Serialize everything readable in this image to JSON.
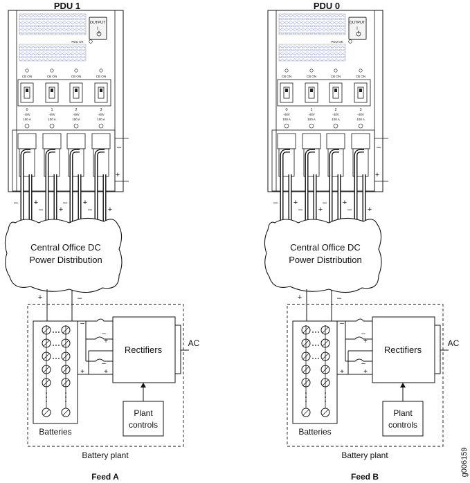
{
  "pdus": [
    {
      "title": "PDU 1",
      "output_label": "OUTPUT",
      "output_mark": "I",
      "ok_label": "PDU OK",
      "cb_label": "CB ON",
      "inputs": [
        {
          "num": "0",
          "volt": "-48V",
          "amp": "100 A"
        },
        {
          "num": "1",
          "volt": "-48V",
          "amp": "100 A"
        },
        {
          "num": "2",
          "volt": "-48V",
          "amp": "100 A"
        },
        {
          "num": "3",
          "volt": "-48V",
          "amp": "100 A"
        }
      ],
      "term_neg": "–",
      "term_pos": "+",
      "cloud_line1": "Central Office DC",
      "cloud_line2": "Power Distribution",
      "feed_pos": "+",
      "feed_neg": "–",
      "rectifiers": "Rectifiers",
      "ac": "AC",
      "batteries": "Batteries",
      "plant1": "Plant",
      "plant2": "controls",
      "battery_plant": "Battery plant",
      "feed": "Feed A"
    },
    {
      "title": "PDU 0",
      "output_label": "OUTPUT",
      "output_mark": "I",
      "ok_label": "PDU OK",
      "cb_label": "CB ON",
      "inputs": [
        {
          "num": "0",
          "volt": "-48V",
          "amp": "100 A"
        },
        {
          "num": "1",
          "volt": "-48V",
          "amp": "100 A"
        },
        {
          "num": "2",
          "volt": "-48V",
          "amp": "100 A"
        },
        {
          "num": "3",
          "volt": "-48V",
          "amp": "100 A"
        }
      ],
      "term_neg": "–",
      "term_pos": "+",
      "cloud_line1": "Central Office DC",
      "cloud_line2": "Power Distribution",
      "feed_pos": "+",
      "feed_neg": "–",
      "rectifiers": "Rectifiers",
      "ac": "AC",
      "batteries": "Batteries",
      "plant1": "Plant",
      "plant2": "controls",
      "battery_plant": "Battery plant",
      "feed": "Feed B"
    }
  ],
  "figure_id": "g006159"
}
